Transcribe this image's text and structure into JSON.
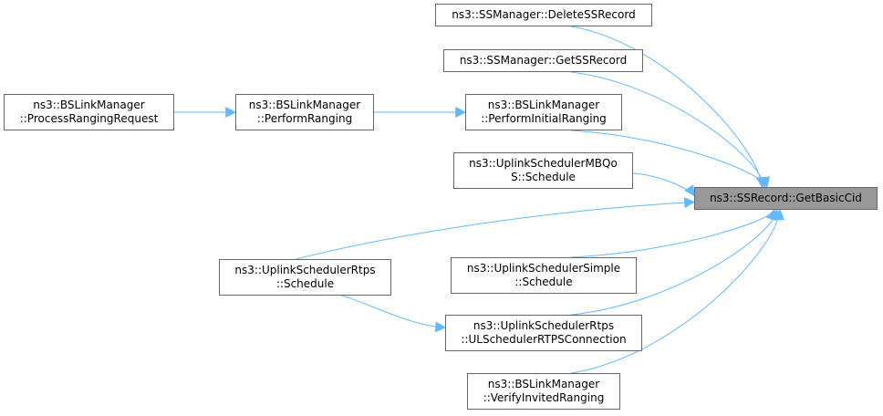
{
  "graph": {
    "edge_color": "#63b8ff",
    "focus_fill": "#999999",
    "node_border": "#666666",
    "nodes": {
      "getbasiccid": [
        "ns3::SSRecord::GetBasicCid"
      ],
      "deletessrecord": [
        "ns3::SSManager::DeleteSSRecord"
      ],
      "getssrecord": [
        "ns3::SSManager::GetSSRecord"
      ],
      "processranging": [
        "ns3::BSLinkManager",
        "::ProcessRangingRequest"
      ],
      "performranging": [
        "ns3::BSLinkManager",
        "::PerformRanging"
      ],
      "performinitialranging": [
        "ns3::BSLinkManager",
        "::PerformInitialRanging"
      ],
      "mbqos": [
        "ns3::UplinkSchedulerMBQo",
        "S::Schedule"
      ],
      "rtps_schedule": [
        "ns3::UplinkSchedulerRtps",
        "::Schedule"
      ],
      "simple_schedule": [
        "ns3::UplinkSchedulerSimple",
        "::Schedule"
      ],
      "rtps_ulconn": [
        "ns3::UplinkSchedulerRtps",
        "::ULSchedulerRTPSConnection"
      ],
      "verifyinvited": [
        "ns3::BSLinkManager",
        "::VerifyInvitedRanging"
      ]
    },
    "edges": [
      [
        "deletessrecord",
        "getbasiccid"
      ],
      [
        "getssrecord",
        "getbasiccid"
      ],
      [
        "processranging",
        "performranging"
      ],
      [
        "performranging",
        "performinitialranging"
      ],
      [
        "performinitialranging",
        "getbasiccid"
      ],
      [
        "mbqos",
        "getbasiccid"
      ],
      [
        "rtps_schedule",
        "getbasiccid"
      ],
      [
        "simple_schedule",
        "getbasiccid"
      ],
      [
        "rtps_schedule",
        "rtps_ulconn"
      ],
      [
        "rtps_ulconn",
        "getbasiccid"
      ],
      [
        "verifyinvited",
        "getbasiccid"
      ]
    ]
  }
}
